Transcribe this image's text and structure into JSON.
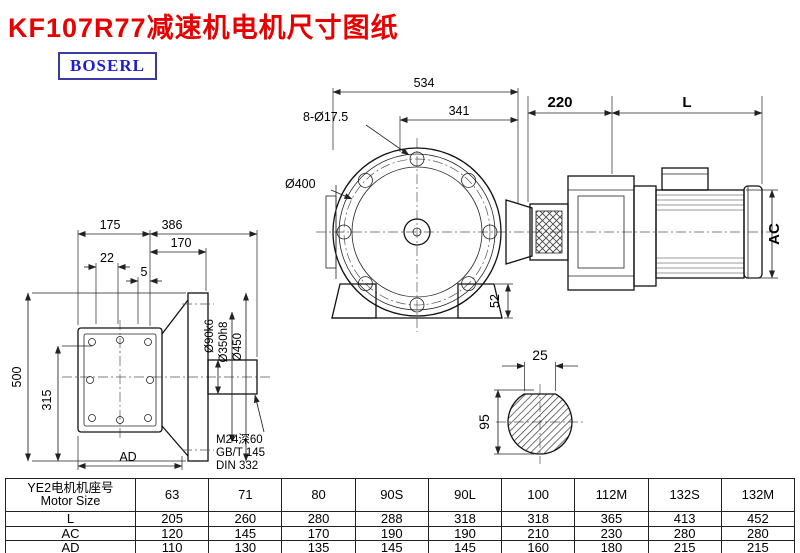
{
  "page": {
    "title": "KF107R77减速机电机尺寸图纸",
    "brand": "BOSERL"
  },
  "front_view": {
    "dim_overall": "534",
    "dim_341": "341",
    "dim_holes": "8-Ø17.5",
    "dim_bolt_circle": "Ø400",
    "dim_52": "52"
  },
  "motor_view": {
    "dim_220": "220",
    "dim_L": "L",
    "dim_AC": "AC"
  },
  "side_view": {
    "dim_175": "175",
    "dim_386": "386",
    "dim_170": "170",
    "dim_22": "22",
    "dim_5": "5",
    "dim_500": "500",
    "dim_315": "315",
    "dim_shaft": "Ø90k6",
    "dim_spigot": "Ø350h8",
    "dim_flange": "Ø450",
    "dim_AD": "AD",
    "note_tap": "M24深60",
    "note_gb": "GB/T 145",
    "note_din": "DIN 332"
  },
  "shaft_view": {
    "dim_25": "25",
    "dim_95": "95"
  },
  "table": {
    "size_label_cn": "YE2电机机座号",
    "size_label_en": "Motor Size",
    "columns": [
      "63",
      "71",
      "80",
      "90S",
      "90L",
      "100",
      "112M",
      "132S",
      "132M"
    ],
    "rows": [
      {
        "label": "L",
        "values": [
          "205",
          "260",
          "280",
          "288",
          "318",
          "318",
          "365",
          "413",
          "452"
        ]
      },
      {
        "label": "AC",
        "values": [
          "120",
          "145",
          "170",
          "190",
          "190",
          "210",
          "230",
          "280",
          "280"
        ]
      },
      {
        "label": "AD",
        "values": [
          "110",
          "130",
          "135",
          "145",
          "145",
          "160",
          "180",
          "215",
          "215"
        ]
      }
    ]
  }
}
